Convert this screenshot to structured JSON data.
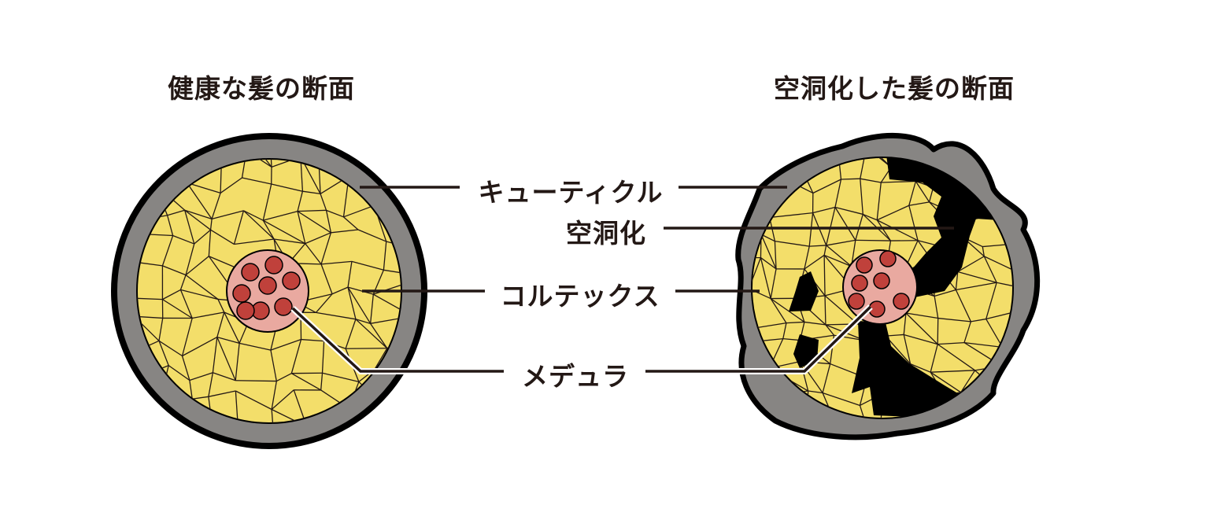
{
  "titles": {
    "healthy": "健康な髪の断面",
    "damaged": "空洞化した髪の断面"
  },
  "labels": {
    "cuticle": "キューティクル",
    "cavity": "空洞化",
    "cortex": "コルテックス",
    "medulla": "メデュラ"
  },
  "colors": {
    "cuticle": "#878583",
    "outline": "#000000",
    "cortex": "#f3de6a",
    "medulla": "#e9a9a0",
    "medulla_cells": "#c0413b",
    "cavity": "#000000",
    "leader_line": "#231815",
    "text": "#231815"
  }
}
